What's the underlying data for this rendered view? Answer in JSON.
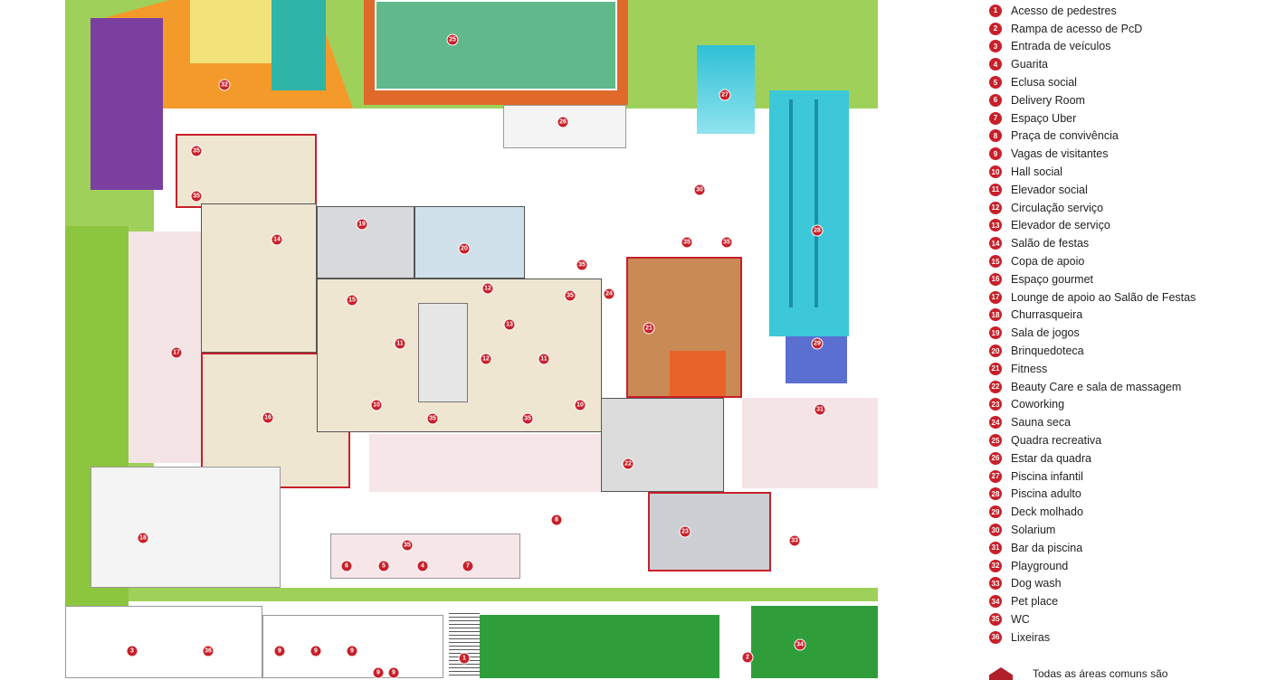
{
  "legend": [
    {
      "n": "1",
      "label": "Acesso de pedestres"
    },
    {
      "n": "2",
      "label": "Rampa de acesso de PcD"
    },
    {
      "n": "3",
      "label": "Entrada de veículos"
    },
    {
      "n": "4",
      "label": "Guarita"
    },
    {
      "n": "5",
      "label": "Eclusa social"
    },
    {
      "n": "6",
      "label": "Delivery Room"
    },
    {
      "n": "7",
      "label": "Espaço Uber"
    },
    {
      "n": "8",
      "label": "Praça de convivência"
    },
    {
      "n": "9",
      "label": "Vagas de visitantes"
    },
    {
      "n": "10",
      "label": "Hall social"
    },
    {
      "n": "11",
      "label": "Elevador social"
    },
    {
      "n": "12",
      "label": "Circulação serviço"
    },
    {
      "n": "13",
      "label": "Elevador de serviço"
    },
    {
      "n": "14",
      "label": "Salão de festas"
    },
    {
      "n": "15",
      "label": "Copa de apoio"
    },
    {
      "n": "16",
      "label": "Espaço gourmet"
    },
    {
      "n": "17",
      "label": "Lounge de apoio ao Salão de Festas"
    },
    {
      "n": "18",
      "label": "Churrasqueira"
    },
    {
      "n": "19",
      "label": "Sala de jogos"
    },
    {
      "n": "20",
      "label": "Brinquedoteca"
    },
    {
      "n": "21",
      "label": "Fitness"
    },
    {
      "n": "22",
      "label": "Beauty Care e sala de massagem"
    },
    {
      "n": "23",
      "label": "Coworking"
    },
    {
      "n": "24",
      "label": "Sauna seca"
    },
    {
      "n": "25",
      "label": "Quadra recreativa"
    },
    {
      "n": "26",
      "label": "Estar da quadra"
    },
    {
      "n": "27",
      "label": "Piscina infantil"
    },
    {
      "n": "28",
      "label": "Piscina adulto"
    },
    {
      "n": "29",
      "label": "Deck molhado"
    },
    {
      "n": "30",
      "label": "Solarium"
    },
    {
      "n": "31",
      "label": "Bar da piscina"
    },
    {
      "n": "32",
      "label": "Playground"
    },
    {
      "n": "33",
      "label": "Dog wash"
    },
    {
      "n": "34",
      "label": "Pet place"
    },
    {
      "n": "35",
      "label": "WC"
    },
    {
      "n": "36",
      "label": "Lixeiras"
    }
  ],
  "note": "Todas as áreas comuns são",
  "markers": [
    "25",
    "32",
    "26",
    "27",
    "35",
    "35",
    "19",
    "20",
    "14",
    "28",
    "30",
    "35",
    "35",
    "35",
    "35",
    "24",
    "12",
    "15",
    "21",
    "17",
    "13",
    "11",
    "11",
    "12",
    "29",
    "10",
    "10",
    "16",
    "35",
    "35",
    "31",
    "22",
    "8",
    "23",
    "18",
    "33",
    "35",
    "6",
    "5",
    "4",
    "7",
    "3",
    "36",
    "9",
    "9",
    "9",
    "1",
    "2",
    "34",
    "9",
    "9"
  ],
  "colors": {
    "marker": "#c8202a",
    "grass": "#8cc63f",
    "floor": "#efe6d2",
    "pool": "#3cc8d8",
    "court": "#e06a2a"
  }
}
